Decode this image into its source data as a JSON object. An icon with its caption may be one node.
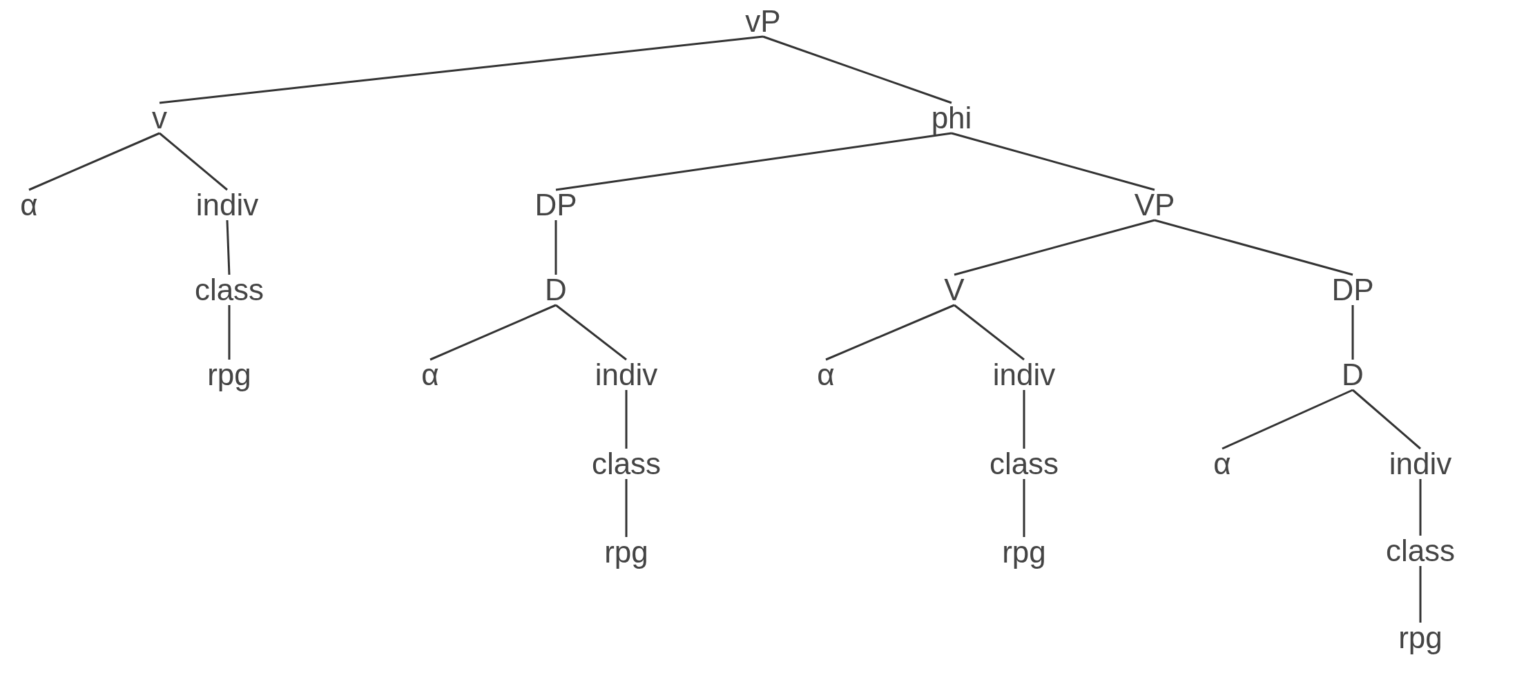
{
  "diagram": {
    "nodes": [
      {
        "text": [
          "vP"
        ]
      },
      {
        "text": [
          "v"
        ]
      },
      {
        "text": [
          "α"
        ]
      },
      {
        "text": [
          "indiv"
        ]
      },
      {
        "text": [
          "class"
        ]
      },
      {
        "text": [
          "rpg"
        ]
      },
      {
        "text": [
          "phi"
        ]
      },
      {
        "text": [
          "DP"
        ]
      },
      {
        "text": [
          "D"
        ]
      },
      {
        "text": [
          "α"
        ]
      },
      {
        "text": [
          "indiv"
        ]
      },
      {
        "text": [
          "class"
        ]
      },
      {
        "text": [
          "rpg"
        ]
      },
      {
        "text": [
          "VP"
        ]
      },
      {
        "text": [
          "V"
        ]
      },
      {
        "text": [
          "α"
        ]
      },
      {
        "text": [
          "indiv"
        ]
      },
      {
        "text": [
          "class"
        ]
      },
      {
        "text": [
          "rpg"
        ]
      },
      {
        "text": [
          "DP"
        ]
      },
      {
        "text": [
          "D"
        ]
      },
      {
        "text": [
          "α"
        ]
      },
      {
        "text": [
          "indiv"
        ]
      },
      {
        "text": [
          "class"
        ]
      },
      {
        "text": [
          "rpg"
        ]
      }
    ],
    "edges": [
      {
        "from": 0,
        "to": 1,
        "arrow": "none"
      },
      {
        "from": 0,
        "to": 6,
        "arrow": "none"
      },
      {
        "from": 1,
        "to": 2,
        "arrow": "none"
      },
      {
        "from": 1,
        "to": 3,
        "arrow": "none"
      },
      {
        "from": 3,
        "to": 4,
        "arrow": "none"
      },
      {
        "from": 4,
        "to": 5,
        "arrow": "none"
      },
      {
        "from": 6,
        "to": 7,
        "arrow": "none"
      },
      {
        "from": 6,
        "to": 13,
        "arrow": "none"
      },
      {
        "from": 7,
        "to": 8,
        "arrow": "none"
      },
      {
        "from": 8,
        "to": 9,
        "arrow": "none"
      },
      {
        "from": 8,
        "to": 10,
        "arrow": "none"
      },
      {
        "from": 10,
        "to": 11,
        "arrow": "none"
      },
      {
        "from": 11,
        "to": 12,
        "arrow": "none"
      },
      {
        "from": 13,
        "to": 14,
        "arrow": "none"
      },
      {
        "from": 13,
        "to": 19,
        "arrow": "none"
      },
      {
        "from": 14,
        "to": 15,
        "arrow": "none"
      },
      {
        "from": 14,
        "to": 16,
        "arrow": "none"
      },
      {
        "from": 16,
        "to": 17,
        "arrow": "none"
      },
      {
        "from": 17,
        "to": 18,
        "arrow": "none"
      },
      {
        "from": 19,
        "to": 20,
        "arrow": "none"
      },
      {
        "from": 20,
        "to": 21,
        "arrow": "none"
      },
      {
        "from": 20,
        "to": 22,
        "arrow": "none"
      },
      {
        "from": 22,
        "to": 23,
        "arrow": "none"
      },
      {
        "from": 23,
        "to": 24,
        "arrow": "none"
      }
    ]
  }
}
